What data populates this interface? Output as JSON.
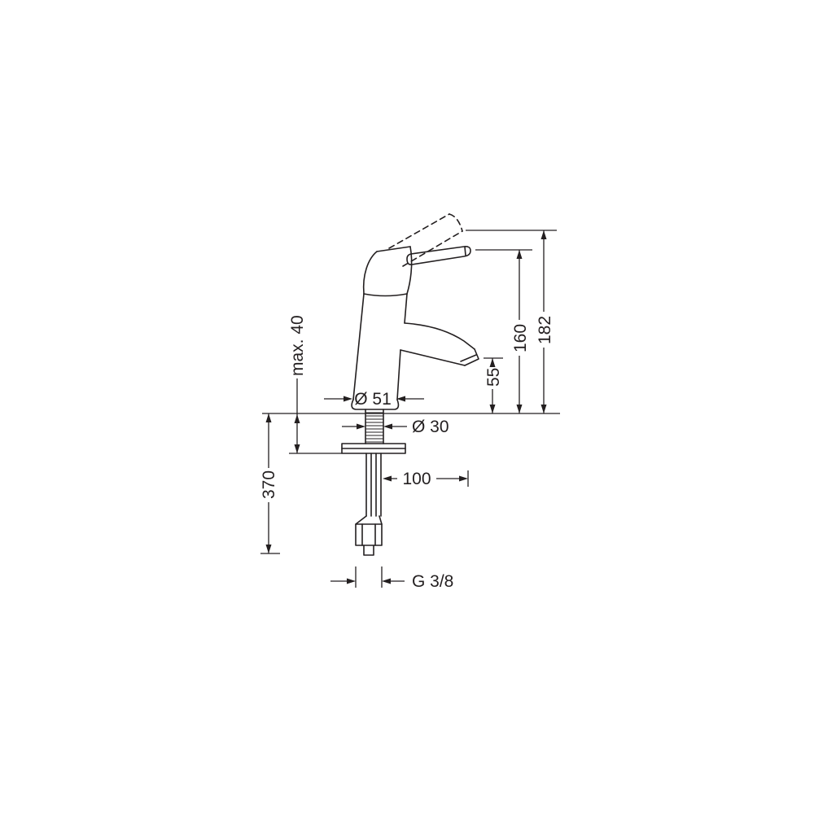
{
  "drawing": {
    "type": "technical-dimension-drawing",
    "subject": "single-lever basin mixer faucet, side elevation with installation dimensions",
    "colors": {
      "line": "#231f20",
      "background": "#ffffff"
    },
    "labels": {
      "max_mounting_thickness": "max. 40",
      "base_diameter": "Ø 51",
      "shank_diameter": "Ø 30",
      "hose_offset": "100",
      "below_deck_length": "370",
      "spout_height": "55",
      "height_closed": "160",
      "height_open": "182",
      "connection_thread": "G 3/8"
    }
  }
}
